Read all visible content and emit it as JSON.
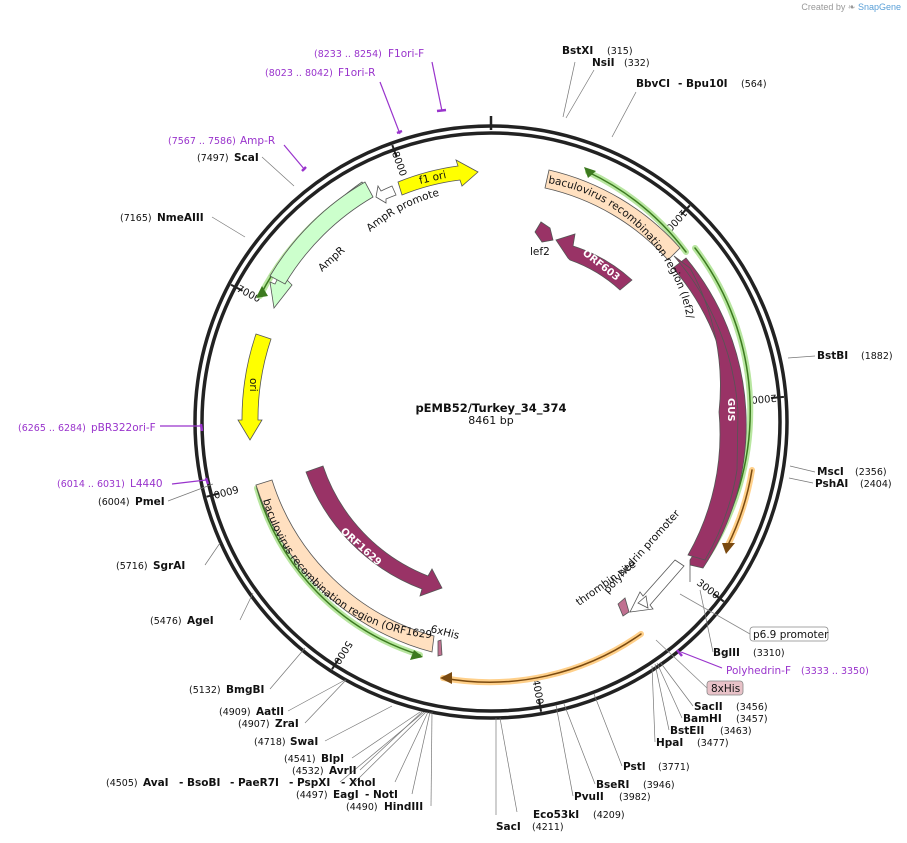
{
  "credit": {
    "prefix": "Created by",
    "brand": "SnapGene"
  },
  "plasmid": {
    "name": "pEMB52/Turkey_34_374",
    "length_label": "8461 bp",
    "length": 8461
  },
  "ticks": [
    {
      "bp": 1000,
      "label": "1000"
    },
    {
      "bp": 2000,
      "label": "2000"
    },
    {
      "bp": 3000,
      "label": "3000"
    },
    {
      "bp": 4000,
      "label": "4000"
    },
    {
      "bp": 5000,
      "label": "5000"
    },
    {
      "bp": 6000,
      "label": "6000"
    },
    {
      "bp": 7000,
      "label": "7000"
    },
    {
      "bp": 8000,
      "label": "8000"
    }
  ],
  "sites": [
    {
      "name": "BstXI",
      "pos": "(315)"
    },
    {
      "name": "NsiI",
      "pos": "(332)"
    },
    {
      "name": "BbvCI",
      "pos": "",
      "name2": "- Bpu10I",
      "pos2": "(564)"
    },
    {
      "name": "BstBI",
      "pos": "(1882)"
    },
    {
      "name": "MscI",
      "pos": "(2356)"
    },
    {
      "name": "PshAI",
      "pos": "(2404)"
    },
    {
      "name": "BglII",
      "pos": "(3310)"
    },
    {
      "name": "SacII",
      "pos": "(3456)"
    },
    {
      "name": "BamHI",
      "pos": "(3457)"
    },
    {
      "name": "BstEII",
      "pos": "(3463)"
    },
    {
      "name": "HpaI",
      "pos": "(3477)"
    },
    {
      "name": "PstI",
      "pos": "(3771)"
    },
    {
      "name": "BseRI",
      "pos": "(3946)"
    },
    {
      "name": "PvuII",
      "pos": "(3982)"
    },
    {
      "name": "Eco53kI",
      "pos": "(4209)"
    },
    {
      "name": "SacI",
      "pos": "(4211)"
    },
    {
      "name": "HindIII",
      "pos": "(4490)"
    },
    {
      "name": "- NotI",
      "pos": ""
    },
    {
      "name": "EagI",
      "pos": "(4497)"
    },
    {
      "name": "- PspXI",
      "pos": "",
      "name2": "- XhoI",
      "pos2": ""
    },
    {
      "name": "AvaI",
      "pos": "(4505)",
      "name2": "- BsoBI",
      "name3": "- PaeR7I"
    },
    {
      "name": "AvrII",
      "pos": "(4532)"
    },
    {
      "name": "BlpI",
      "pos": "(4541)"
    },
    {
      "name": "SwaI",
      "pos": "(4718)"
    },
    {
      "name": "ZraI",
      "pos": "(4907)"
    },
    {
      "name": "AatII",
      "pos": "(4909)"
    },
    {
      "name": "BmgBI",
      "pos": "(5132)"
    },
    {
      "name": "AgeI",
      "pos": "(5476)"
    },
    {
      "name": "SgrAI",
      "pos": "(5716)"
    },
    {
      "name": "PmeI",
      "pos": "(6004)"
    },
    {
      "name": "NmeAIII",
      "pos": "(7165)"
    },
    {
      "name": "ScaI",
      "pos": "(7497)"
    }
  ],
  "primers": [
    {
      "name": "F1ori-F",
      "pos": "(8233 .. 8254)"
    },
    {
      "name": "F1ori-R",
      "pos": "(8023 .. 8042)"
    },
    {
      "name": "Amp-R",
      "pos": "(7567 .. 7586)"
    },
    {
      "name": "pBR322ori-F",
      "pos": "(6265 .. 6284)"
    },
    {
      "name": "L4440",
      "pos": "(6014 .. 6031)"
    },
    {
      "name": "Polyhedrin-F",
      "pos": "(3333 .. 3350)"
    }
  ],
  "boxed_labels": [
    {
      "name": "p6.9 promoter",
      "fill": "#ffffff"
    },
    {
      "name": "8xHis",
      "fill": "#e8c2c8"
    }
  ],
  "features": {
    "f1_ori": "f1 ori",
    "ampr": "AmpR",
    "ampr_promoter": "AmpR promoter",
    "ori": "ori",
    "bac_region_top": "baculovirus recombination region (lef2/ORF603)",
    "bac_region_bottom": "baculovirus recombination region (ORF1629)",
    "lef2": "lef2",
    "orf603": "ORF603",
    "gus": "GUS",
    "orf1629": "ORF1629",
    "his6": "6xHis",
    "thrombin": "thrombin site",
    "polyhedrin": "polyhedrin promoter"
  },
  "colors": {
    "backbone": "#222222",
    "yellow": "#ffff00",
    "green_feature": "#ccffcc",
    "peach_region": "#ffe0c0",
    "purple_cds": "#993366",
    "primer": "#9933cc",
    "green_highlight": "#66cc33",
    "orange_highlight": "#ffaa33"
  }
}
